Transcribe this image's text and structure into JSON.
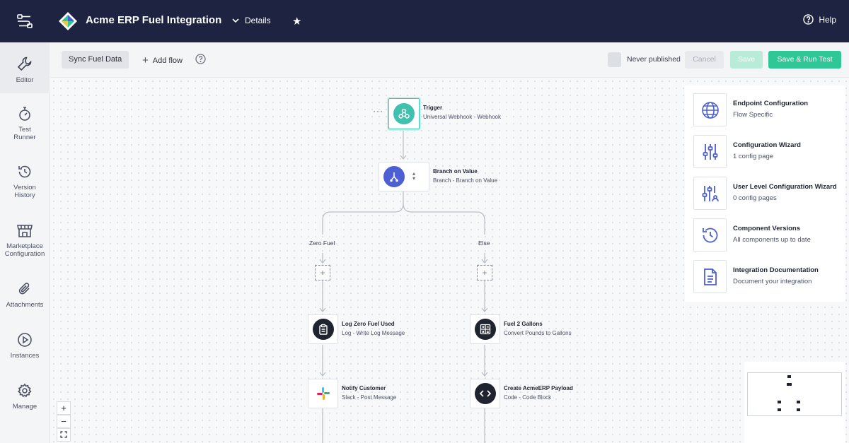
{
  "app": {
    "title": "Acme ERP Fuel Integration",
    "details_label": "Details",
    "help_label": "Help"
  },
  "sidebar": {
    "items": [
      {
        "label": "Editor",
        "icon": "wrench-icon"
      },
      {
        "label": "Test Runner",
        "icon": "stopwatch-icon"
      },
      {
        "label": "Version History",
        "icon": "history-icon"
      },
      {
        "label": "Marketplace Configuration",
        "icon": "storefront-icon"
      },
      {
        "label": "Attachments",
        "icon": "paperclip-icon"
      },
      {
        "label": "Instances",
        "icon": "play-circle-icon"
      },
      {
        "label": "Manage",
        "icon": "gear-icon"
      }
    ]
  },
  "toolbar": {
    "flow_name": "Sync Fuel Data",
    "add_flow_label": "Add flow",
    "publish_status": "Never published",
    "cancel_label": "Cancel",
    "save_label": "Save",
    "run_label": "Save & Run Test"
  },
  "flow": {
    "trigger": {
      "title": "Trigger",
      "subtitle": "Universal Webhook - Webhook"
    },
    "branch": {
      "title": "Branch on Value",
      "subtitle": "Branch - Branch on Value"
    },
    "branch_labels": {
      "left": "Zero Fuel",
      "right": "Else"
    },
    "left_steps": [
      {
        "title": "Log Zero Fuel Used",
        "subtitle": "Log - Write Log Message"
      },
      {
        "title": "Notify Customer",
        "subtitle": "Slack - Post Message"
      }
    ],
    "right_steps": [
      {
        "title": "Fuel 2 Gallons",
        "subtitle": "Convert Pounds to Gallons"
      },
      {
        "title": "Create AcmeERP Payload",
        "subtitle": "Code - Code Block"
      }
    ]
  },
  "config_panel": {
    "items": [
      {
        "title": "Endpoint Configuration",
        "subtitle": "Flow Specific",
        "icon": "globe-icon"
      },
      {
        "title": "Configuration Wizard",
        "subtitle": "1 config page",
        "icon": "sliders-icon"
      },
      {
        "title": "User Level Configuration Wizard",
        "subtitle": "0 config pages",
        "icon": "user-sliders-icon"
      },
      {
        "title": "Component Versions",
        "subtitle": "All components up to date",
        "icon": "history-icon"
      },
      {
        "title": "Integration Documentation",
        "subtitle": "Document your integration",
        "icon": "document-icon"
      }
    ]
  },
  "colors": {
    "topbar": "#1d2340",
    "accent_green": "#2ec795",
    "icon_blue": "#4c5fd5",
    "trigger_teal": "#3fc1b0"
  }
}
